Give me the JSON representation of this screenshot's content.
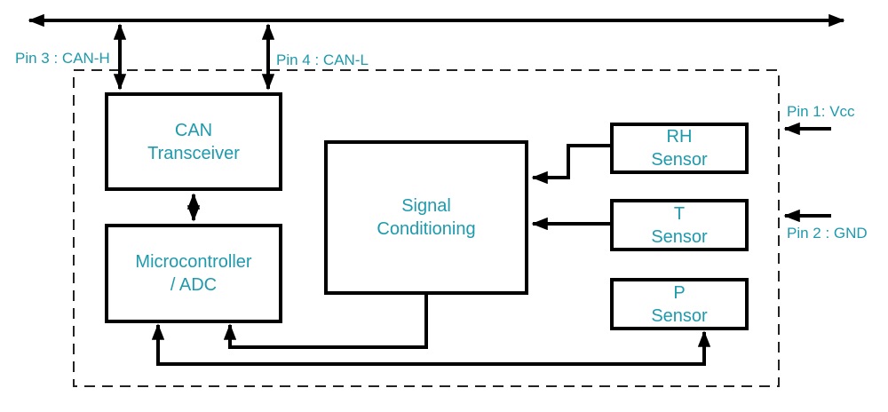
{
  "diagram": {
    "type": "block-diagram",
    "colors": {
      "label_text": "#1E9AAD",
      "line": "#000000",
      "background": "#FFFFFF"
    },
    "blocks": [
      {
        "id": "can-transceiver",
        "label": "CAN\nTransceiver"
      },
      {
        "id": "microcontroller-adc",
        "label": "Microcontroller\n/ ADC"
      },
      {
        "id": "signal-conditioning",
        "label": "Signal\nConditioning"
      },
      {
        "id": "rh-sensor",
        "label": "RH\nSensor"
      },
      {
        "id": "t-sensor",
        "label": "T\nSensor"
      },
      {
        "id": "p-sensor",
        "label": "P\nSensor"
      }
    ],
    "pins": {
      "pin3": {
        "label": "Pin 3 : CAN-H"
      },
      "pin4": {
        "label": "Pin 4 : CAN-L"
      },
      "pin1": {
        "label": "Pin 1: Vcc"
      },
      "pin2": {
        "label": "Pin 2 : GND"
      }
    },
    "connections": [
      {
        "from": "can-bus",
        "to": "can-transceiver",
        "bidirectional": true,
        "via": "pin3-can-h"
      },
      {
        "from": "can-bus",
        "to": "can-transceiver",
        "bidirectional": true,
        "via": "pin4-can-l"
      },
      {
        "from": "can-transceiver",
        "to": "microcontroller-adc",
        "bidirectional": true
      },
      {
        "from": "rh-sensor",
        "to": "signal-conditioning",
        "bidirectional": false
      },
      {
        "from": "t-sensor",
        "to": "signal-conditioning",
        "bidirectional": false
      },
      {
        "from": "signal-conditioning",
        "to": "microcontroller-adc",
        "bidirectional": false
      },
      {
        "from": "microcontroller-adc",
        "to": "p-sensor",
        "bidirectional": true
      },
      {
        "from": "pin1-vcc",
        "to": "module",
        "bidirectional": false
      },
      {
        "from": "pin2-gnd",
        "to": "module",
        "bidirectional": false
      }
    ]
  }
}
